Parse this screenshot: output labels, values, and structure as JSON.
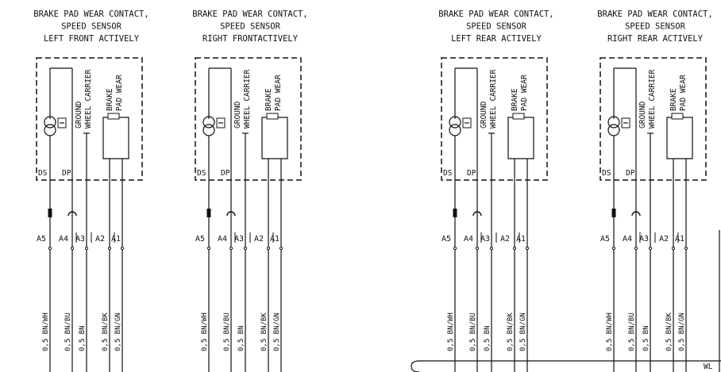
{
  "sensors": [
    {
      "title": [
        "BRAKE PAD WEAR CONTACT,",
        "SPEED SENSOR",
        "LEFT FRONT ACTIVELY"
      ]
    },
    {
      "title": [
        "BRAKE PAD WEAR CONTACT,",
        "SPEED SENSOR",
        "RIGHT FRONTACTIVELY"
      ]
    },
    {
      "title": [
        "BRAKE PAD WEAR CONTACT,",
        "SPEED SENSOR",
        "LEFT REAR  ACTIVELY"
      ]
    },
    {
      "title": [
        "BRAKE PAD WEAR CONTACT,",
        "SPEED SENSOR",
        "RIGHT REAR ACTIVELY"
      ]
    }
  ],
  "internal_labels": {
    "ground": [
      "GROUND",
      "WHEEL CARRIER"
    ],
    "pad": [
      "BRAKE",
      "PAD WEAR"
    ],
    "ds": "DS",
    "dp": "DP"
  },
  "pins": [
    "A5",
    "A4",
    "A3",
    "A2",
    "A1"
  ],
  "wires": [
    "0,5 BN/WH",
    "0,5 BN/BU",
    "0,5 BN",
    "0,5 BN/BK",
    "0,5 BN/GN"
  ],
  "harness_label": "WL",
  "colors": {
    "ink": "#111111"
  }
}
